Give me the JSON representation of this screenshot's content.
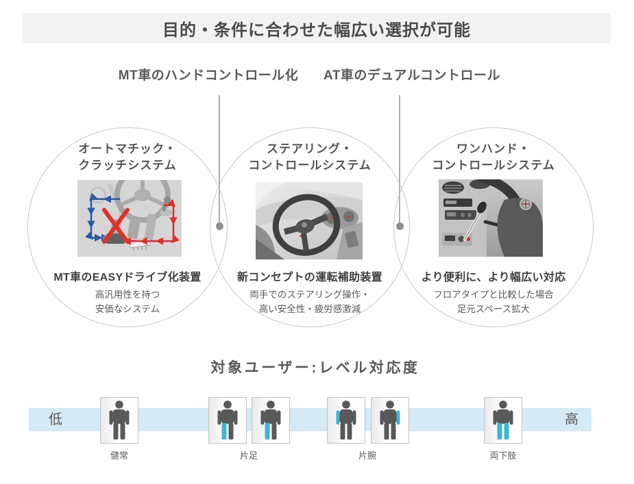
{
  "banner": {
    "title": "目的・条件に合わせた幅広い選択が可能",
    "bg": "#f2f2f2"
  },
  "groups": [
    {
      "label": "MT車のハンドコントロール化"
    },
    {
      "label": "AT車のデュアルコントロール"
    }
  ],
  "systems": [
    {
      "title1": "オートマチック・",
      "title2": "クラッチシステム",
      "image": "clutch-system-diagram",
      "caption": "MT車のEASYドライブ化装置",
      "sub1": "高汎用性を持つ",
      "sub2": "安価なシステム"
    },
    {
      "title1": "ステアリング・",
      "title2": "コントロールシステム",
      "image": "steering-control-photo",
      "caption": "新コンセプトの運転補助装置",
      "sub1": "両手でのステアリング操作・",
      "sub2": "高い安全性・疲労感激減"
    },
    {
      "title1": "ワンハンド・",
      "title2": "コントロールシステム",
      "image": "one-hand-control-photo",
      "caption": "より便利に、より幅広い対応",
      "sub1": "フロアタイプと比較した場合",
      "sub2": "足元スペース拡大"
    }
  ],
  "scale": {
    "title": "対象ユーザー:レベル対応度",
    "low": "低",
    "high": "高",
    "groups": [
      {
        "label": "健常",
        "persons": [
          {
            "variant": "none"
          }
        ]
      },
      {
        "label": "片足",
        "persons": [
          {
            "variant": "leg-l"
          },
          {
            "variant": "leg-l"
          }
        ]
      },
      {
        "label": "片腕",
        "persons": [
          {
            "variant": "arm-l"
          },
          {
            "variant": "arm-r"
          }
        ]
      },
      {
        "label": "両下肢",
        "persons": [
          {
            "variant": "legs"
          }
        ]
      }
    ]
  },
  "colors": {
    "bar": "#d5eaf7",
    "highlight": "#3fb4d8",
    "body": "#595959",
    "red": "#e03028",
    "blue": "#2c5ba8",
    "bannerbg": "#f2f2f2"
  }
}
